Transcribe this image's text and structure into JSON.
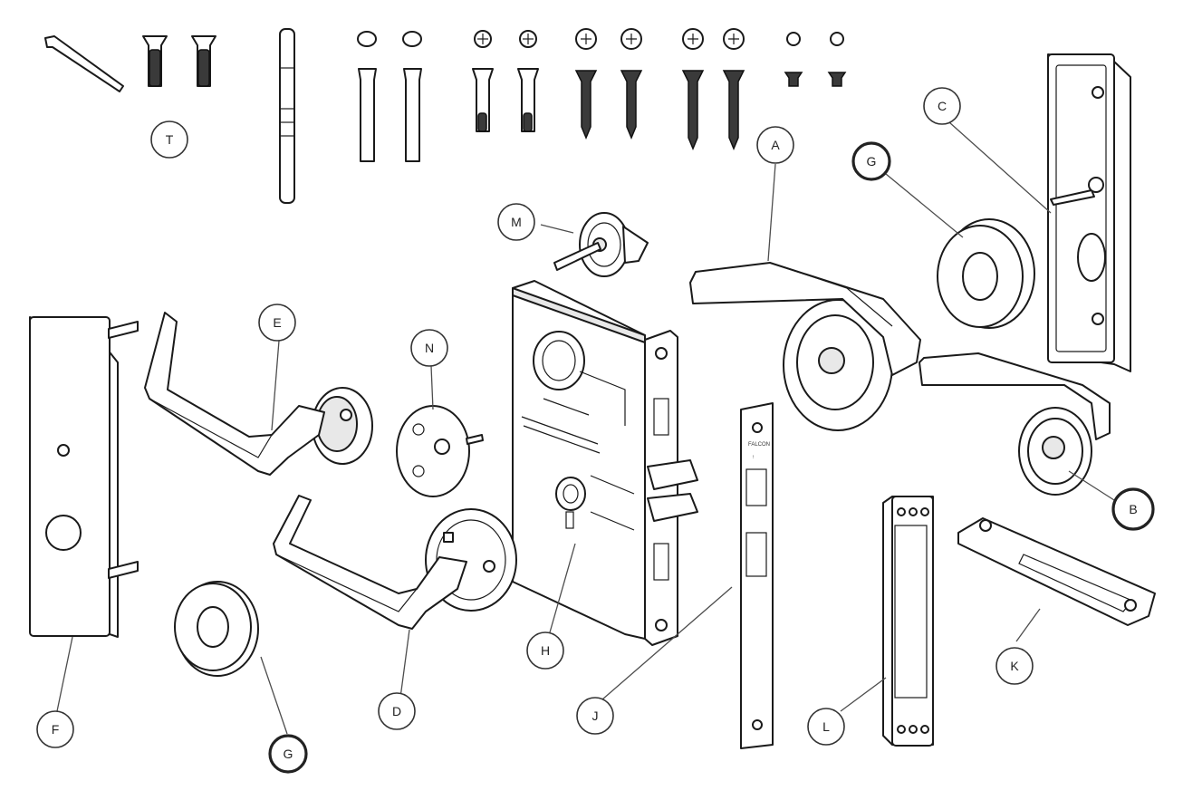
{
  "callouts": {
    "A": "A",
    "B": "B",
    "C": "C",
    "D": "D",
    "E": "E",
    "F": "F",
    "G1": "G",
    "G2": "G",
    "H": "H",
    "J": "J",
    "K": "K",
    "L": "L",
    "M": "M",
    "N": "N",
    "T": "T"
  },
  "colors": {
    "line": "#1a1a1a",
    "background": "#ffffff",
    "leader": "#4d4d4d"
  }
}
